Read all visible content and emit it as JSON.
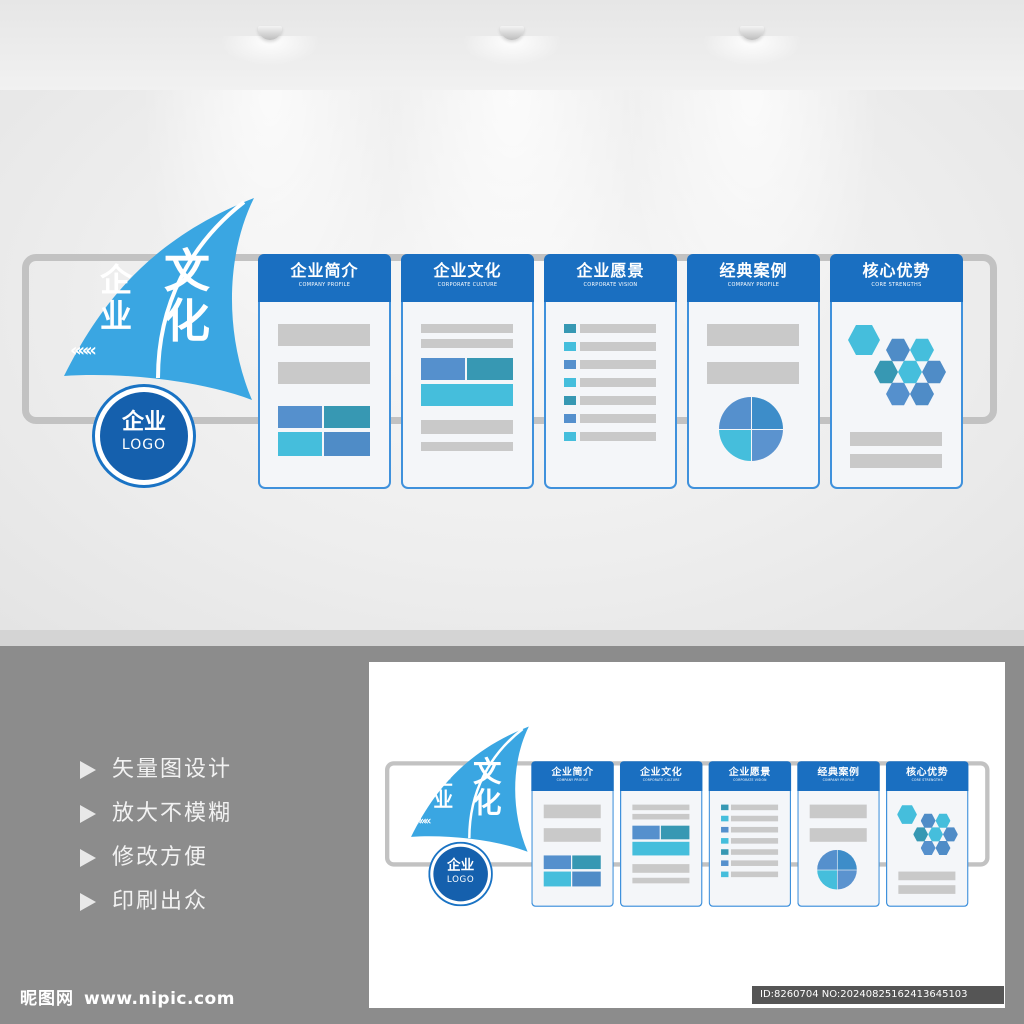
{
  "sail": {
    "line1": "企业",
    "line2": "文化",
    "chevrons": "«««"
  },
  "logo": {
    "zh": "企业",
    "en": "LOGO"
  },
  "panels": [
    {
      "title": "企业简介",
      "subtitle": "COMPANY PROFILE"
    },
    {
      "title": "企业文化",
      "subtitle": "CORPORATE CULTURE"
    },
    {
      "title": "企业愿景",
      "subtitle": "CORPORATE VISION"
    },
    {
      "title": "经典案例",
      "subtitle": "COMPANY PROFILE"
    },
    {
      "title": "核心优势",
      "subtitle": "CORE STRENGTHS"
    }
  ],
  "features": [
    "矢量图设计",
    "放大不模糊",
    "修改方便",
    "印刷出众"
  ],
  "watermark": {
    "site": "昵图网",
    "url": "www.nipic.com"
  },
  "id_tag": "ID:8260704 NO:20240825162413645103",
  "colors": {
    "primary": "#1a6fc1",
    "sail": "#3aa6e2",
    "frame": "#c2c2c2",
    "accent_teal": "#3798b3",
    "accent_cyan": "#45bedc"
  }
}
